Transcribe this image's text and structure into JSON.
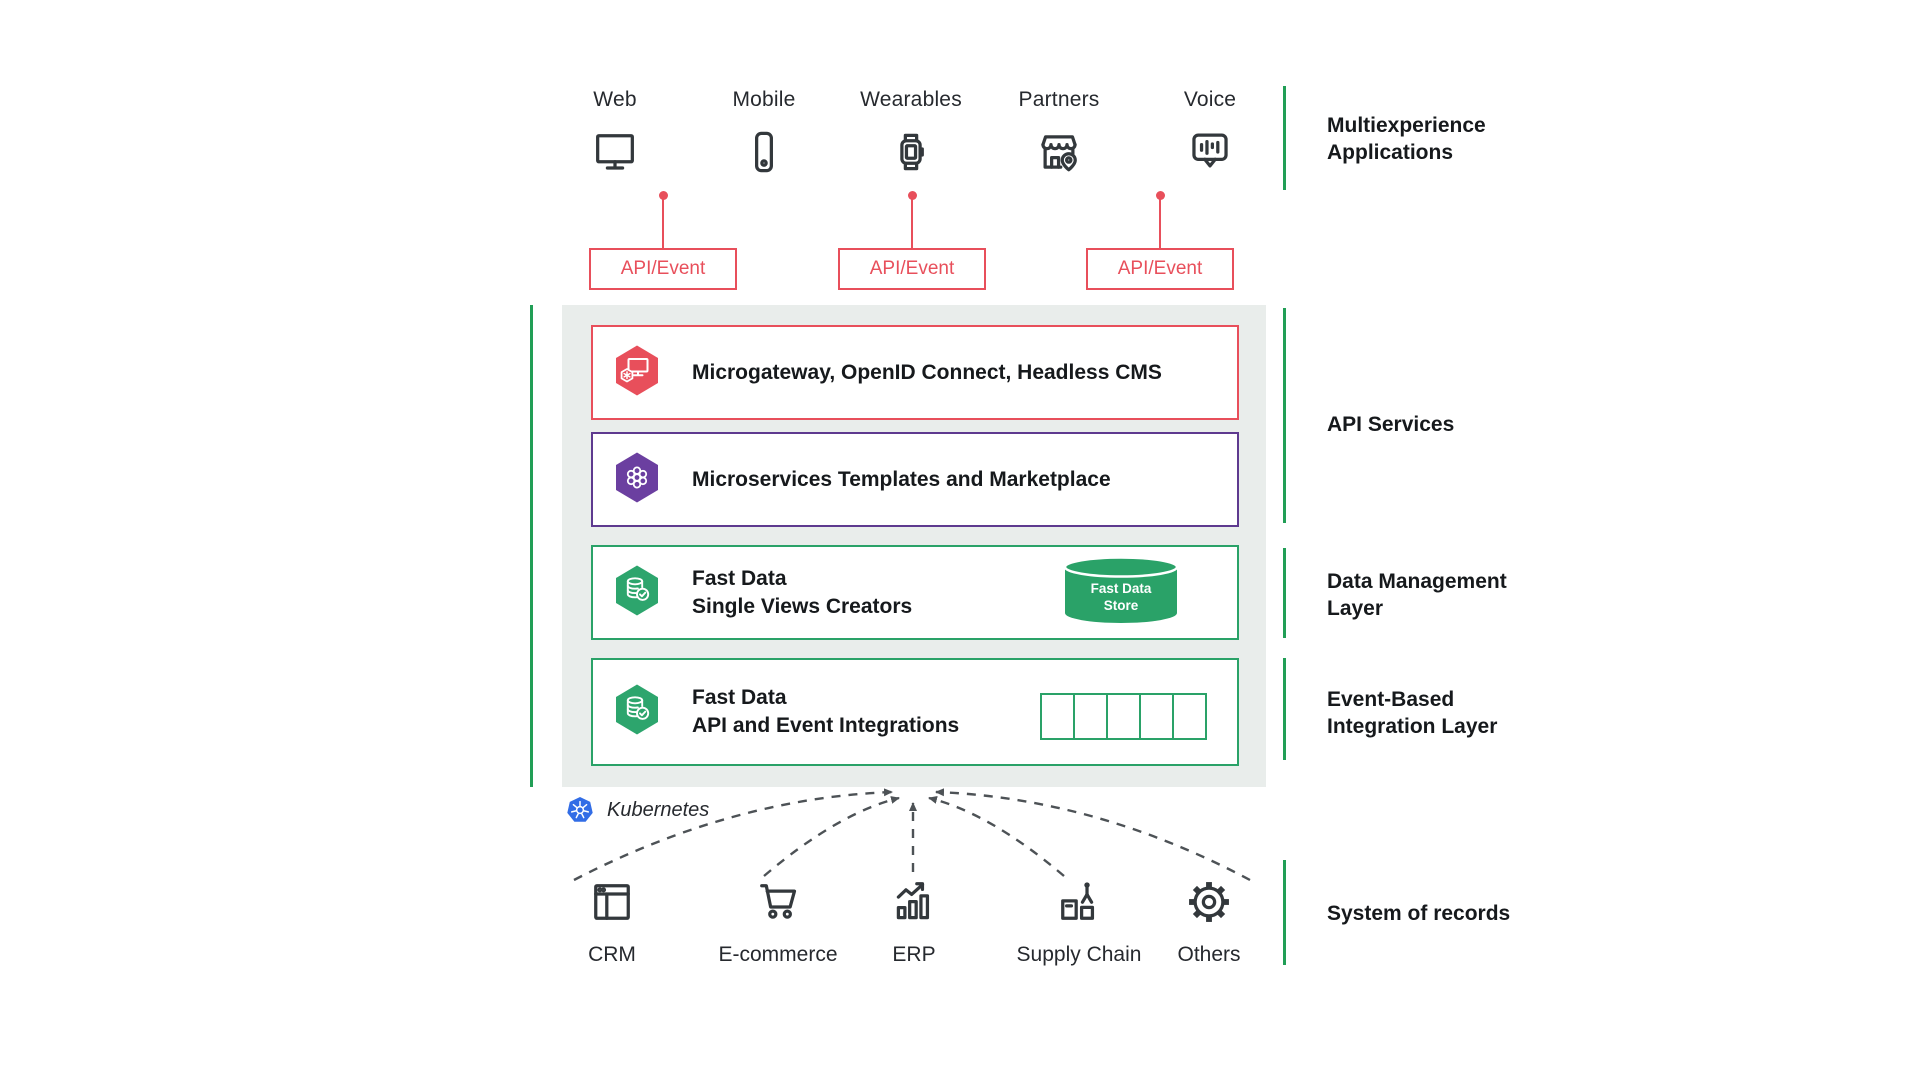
{
  "colors": {
    "red": "#e84f5b",
    "purple": "#5e3a8f",
    "purple_fill": "#6b3fa0",
    "green": "#2aa268",
    "green_line": "#219e56",
    "container_bg": "#e9edeb",
    "ink": "#16191c",
    "icon_stroke": "#33383c",
    "kubernetes_blue": "#326de6",
    "arrow_gray": "#4d5256"
  },
  "top": {
    "devices": [
      {
        "label": "Web",
        "icon": "monitor-icon"
      },
      {
        "label": "Mobile",
        "icon": "smartphone-icon"
      },
      {
        "label": "Wearables",
        "icon": "smartwatch-icon"
      },
      {
        "label": "Partners",
        "icon": "storefront-icon"
      },
      {
        "label": "Voice",
        "icon": "voice-bubble-icon"
      }
    ]
  },
  "connector": {
    "label": "API/Event"
  },
  "platform": {
    "rows": [
      {
        "name": "microgateway",
        "accent": "red",
        "icon": "microgateway-hexagon-icon",
        "lines": [
          "Microgateway, OpenID Connect, Headless CMS"
        ]
      },
      {
        "name": "microservices",
        "accent": "purple",
        "icon": "microservices-hexagon-icon",
        "lines": [
          "Microservices Templates and Marketplace"
        ]
      },
      {
        "name": "fast-data-single-views",
        "accent": "green",
        "icon": "fast-data-hexagon-icon",
        "lines": [
          "Fast Data",
          "Single Views Creators"
        ],
        "store": {
          "lines": [
            "Fast Data",
            "Store"
          ]
        }
      },
      {
        "name": "fast-data-api-event",
        "accent": "green",
        "icon": "fast-data-hexagon-icon",
        "lines": [
          "Fast Data",
          "API and Event Integrations"
        ],
        "cells": 5
      }
    ]
  },
  "kubernetes": {
    "label": "Kubernetes"
  },
  "side_labels": [
    {
      "lines": [
        "Multiexperience",
        "Applications"
      ]
    },
    {
      "lines": [
        "API Services"
      ]
    },
    {
      "lines": [
        "Data Management",
        "Layer"
      ]
    },
    {
      "lines": [
        "Event-Based",
        "Integration Layer"
      ]
    },
    {
      "lines": [
        "System of records"
      ]
    }
  ],
  "systems": [
    {
      "label": "CRM",
      "icon": "crm-window-icon"
    },
    {
      "label": "E-commerce",
      "icon": "shopping-cart-icon"
    },
    {
      "label": "ERP",
      "icon": "bar-chart-growth-icon"
    },
    {
      "label": "Supply Chain",
      "icon": "crane-containers-icon"
    },
    {
      "label": "Others",
      "icon": "gear-icon"
    }
  ]
}
